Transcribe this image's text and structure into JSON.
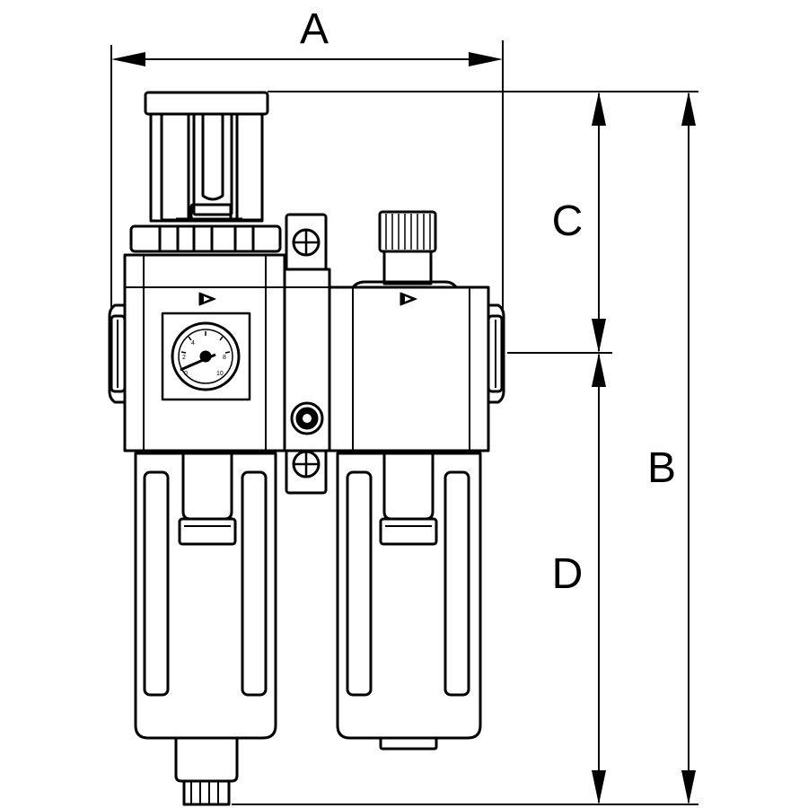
{
  "dimensions": {
    "a": "A",
    "b": "B",
    "c": "C",
    "d": "D"
  },
  "gauge": {
    "tick_min": "0",
    "tick_low": "2",
    "tick_mid": "4",
    "tick_high": "8",
    "tick_max": "10"
  }
}
